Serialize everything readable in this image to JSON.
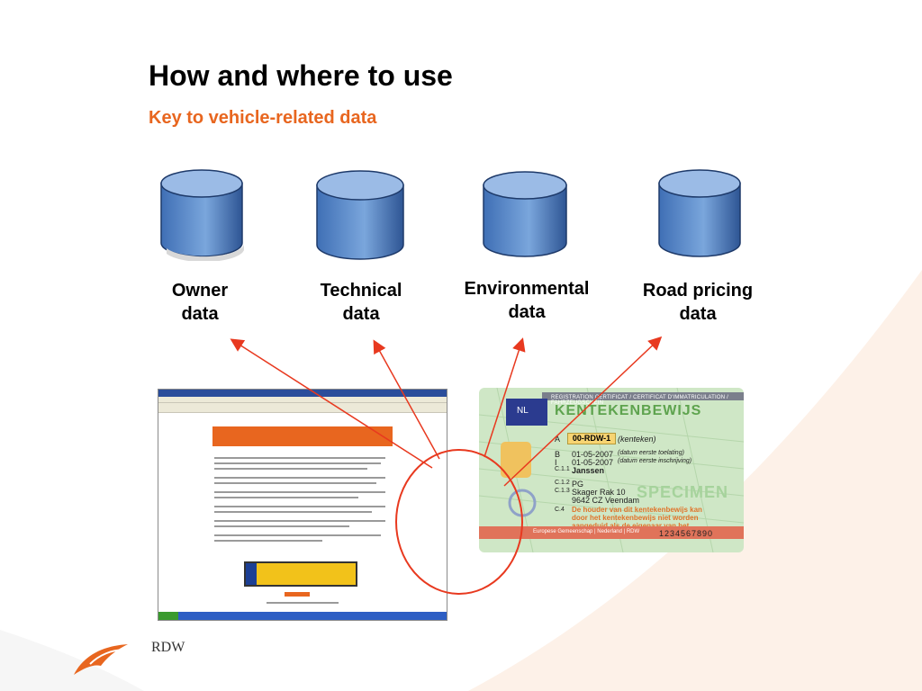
{
  "slide": {
    "title": "How and where to use",
    "subtitle": "Key to vehicle-related data"
  },
  "databases": [
    {
      "label": "Owner\ndata"
    },
    {
      "label": "Technical\ndata"
    },
    {
      "label": "Environmental\ndata"
    },
    {
      "label": "Road pricing\ndata"
    }
  ],
  "card": {
    "flag_label": "NL",
    "header": "REGISTRATION CERTIFICAT / CERTIFICAT D'IMMATRICULATION / FAHRZEUGSCHEIN",
    "title": "KENTEKENBEWIJS",
    "plate_value": "00-RDW-1",
    "plate_hint": "(kenteken)",
    "row_b_code": "B",
    "row_b_value": "01-05-2007",
    "row_b_hint": "(datum eerste toelating)",
    "row_i_code": "I",
    "row_i_value": "01-05-2007",
    "row_i_hint": "(datum eerste inschrijving)",
    "row_c11_code": "C.1.1",
    "row_c11_value": "Janssen",
    "row_c12_code": "C.1.2",
    "row_c12_value": "PG",
    "row_c13_code": "C.1.3",
    "row_c13_value": "Skager Rak 10",
    "row_c13_value2": "9642 CZ Veendam",
    "row_c4_code": "C.4",
    "row_c4_text": "De houder van dit kentekenbewijs kan door het kentekenbewijs niet worden aangeduid als de eigenaar van het voertuig.",
    "specimen": "SPECIMEN",
    "band_text": "Europese Gemeenschap | Nederland | RDW",
    "serial": "1234567890"
  },
  "brand": {
    "name": "RDW",
    "accent": "#e8661f"
  }
}
